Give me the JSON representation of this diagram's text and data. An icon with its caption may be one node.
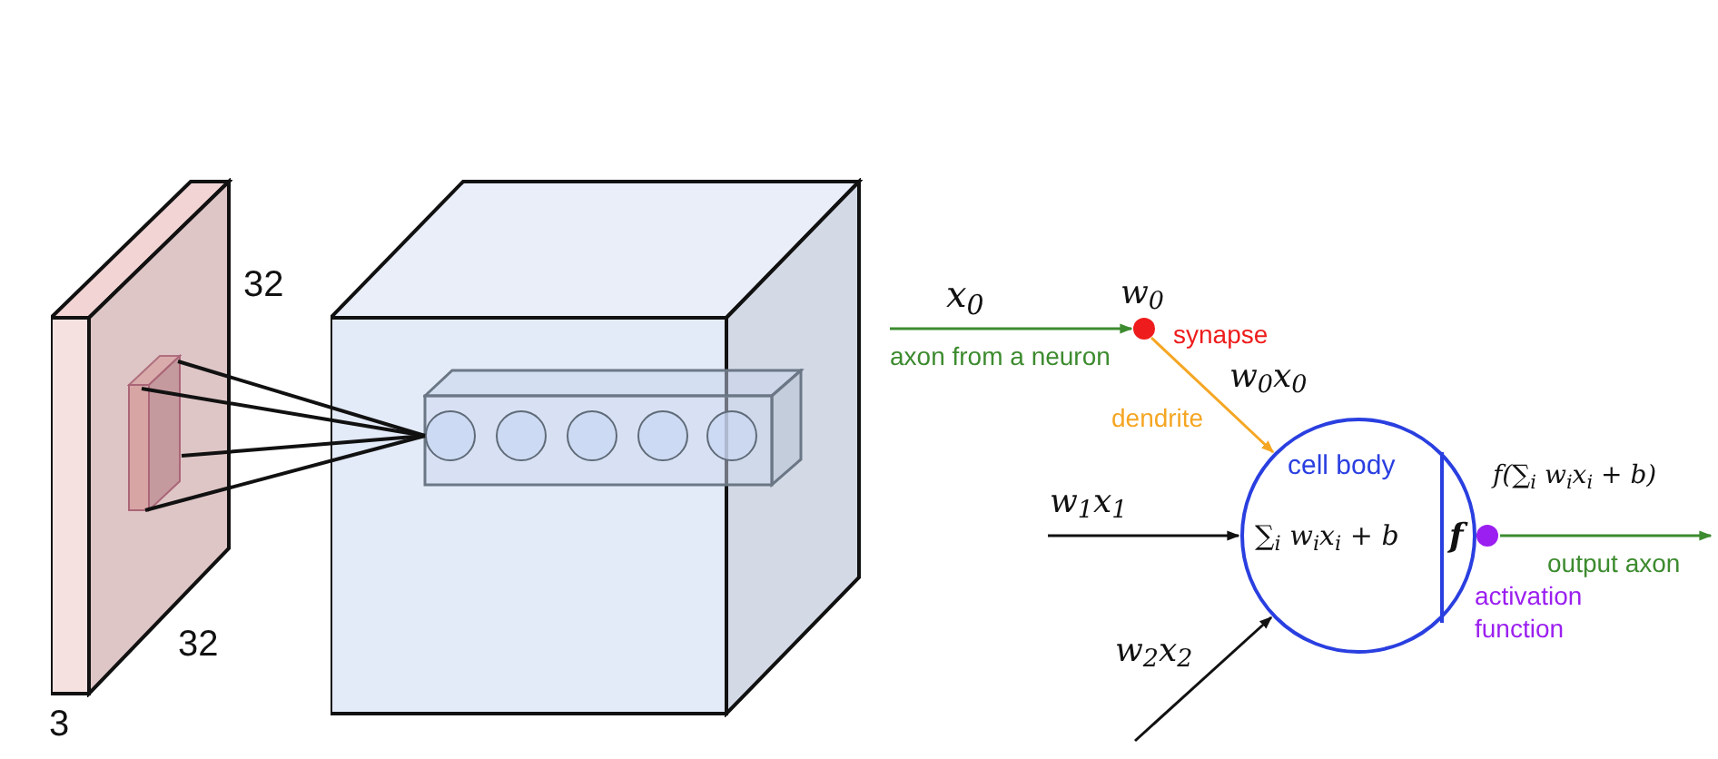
{
  "diagram": {
    "nodes": [
      {
        "text": [],
        "shape": "box"
      },
      {
        "text": [],
        "shape": "box",
        "in": 0
      },
      {
        "text": [],
        "shape": "box"
      },
      {
        "text": [],
        "shape": "box",
        "in": 2
      },
      {
        "text": [],
        "shape": "circle",
        "in": 3
      },
      {
        "text": [],
        "shape": "circle",
        "in": 3
      },
      {
        "text": [],
        "shape": "circle",
        "in": 3
      },
      {
        "text": [],
        "shape": "circle",
        "in": 3
      },
      {
        "text": [],
        "shape": "circle",
        "in": 3
      },
      {
        "text": [],
        "shape": "circle",
        "beside": [
          "w$_{0}$",
          "synapse"
        ]
      },
      {
        "text": [
          "cell body",
          "∑$_{i}$ w$_{i}$x$_{i}$ + b",
          "f"
        ]
      },
      {
        "text": [],
        "shape": "circle"
      }
    ],
    "edges": [
      {
        "from": 1,
        "to": 4,
        "arrow": "none"
      },
      {
        "from": 1,
        "to": 4,
        "arrow": "none"
      },
      {
        "from": 1,
        "to": 4,
        "arrow": "none"
      },
      {
        "from": 1,
        "to": 4,
        "arrow": "none"
      },
      {
        "from": null,
        "to": 9,
        "arrow": "to",
        "label": "axon from a neuron",
        "color": "#3d8b2f"
      },
      {
        "from": 9,
        "to": 10,
        "arrow": "to",
        "label": "dendrite",
        "color": "#f5a623"
      },
      {
        "from": null,
        "to": 10,
        "arrow": "to",
        "label": "w$_{1}$x$_{1}$"
      },
      {
        "from": null,
        "to": 10,
        "arrow": "to",
        "label": "w$_{2}$x$_{2}$"
      },
      {
        "from": 11,
        "to": null,
        "arrow": "to",
        "label": "output axon",
        "color": "#3d8b2f"
      }
    ],
    "labels": [
      "32",
      "32",
      "3",
      "x$_{0}$",
      "w$_{0}$x$_{0}$",
      "f(∑$_{i}$ w$_{i}$x$_{i}$ + b)",
      "activation function"
    ]
  }
}
